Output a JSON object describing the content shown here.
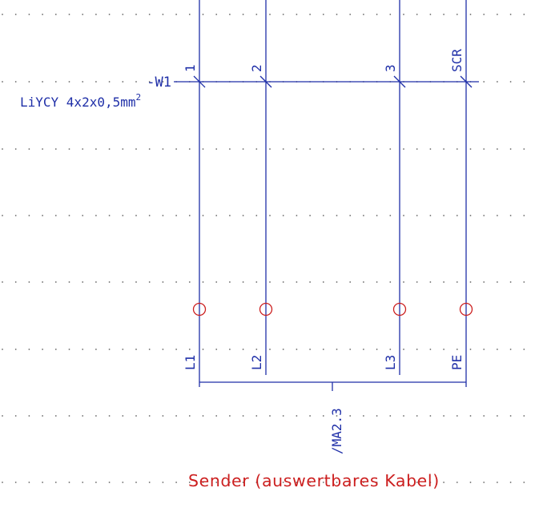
{
  "colors": {
    "wire": "#1f2fa8",
    "terminal": "#cc1f1f",
    "caption": "#cc1f1f",
    "grid": "#666666",
    "background": "#ffffff"
  },
  "cable": {
    "tag": "-W1",
    "type": "LiYCY 4x2x0,5mm",
    "type_superscript": "2"
  },
  "conductors": [
    {
      "number": "1",
      "label": "L1"
    },
    {
      "number": "2",
      "label": "L2"
    },
    {
      "number": "3",
      "label": "L3"
    },
    {
      "number": "SCR",
      "label": "PE"
    }
  ],
  "reference": "/MA2.3",
  "caption": "Sender (auswertbares Kabel)"
}
